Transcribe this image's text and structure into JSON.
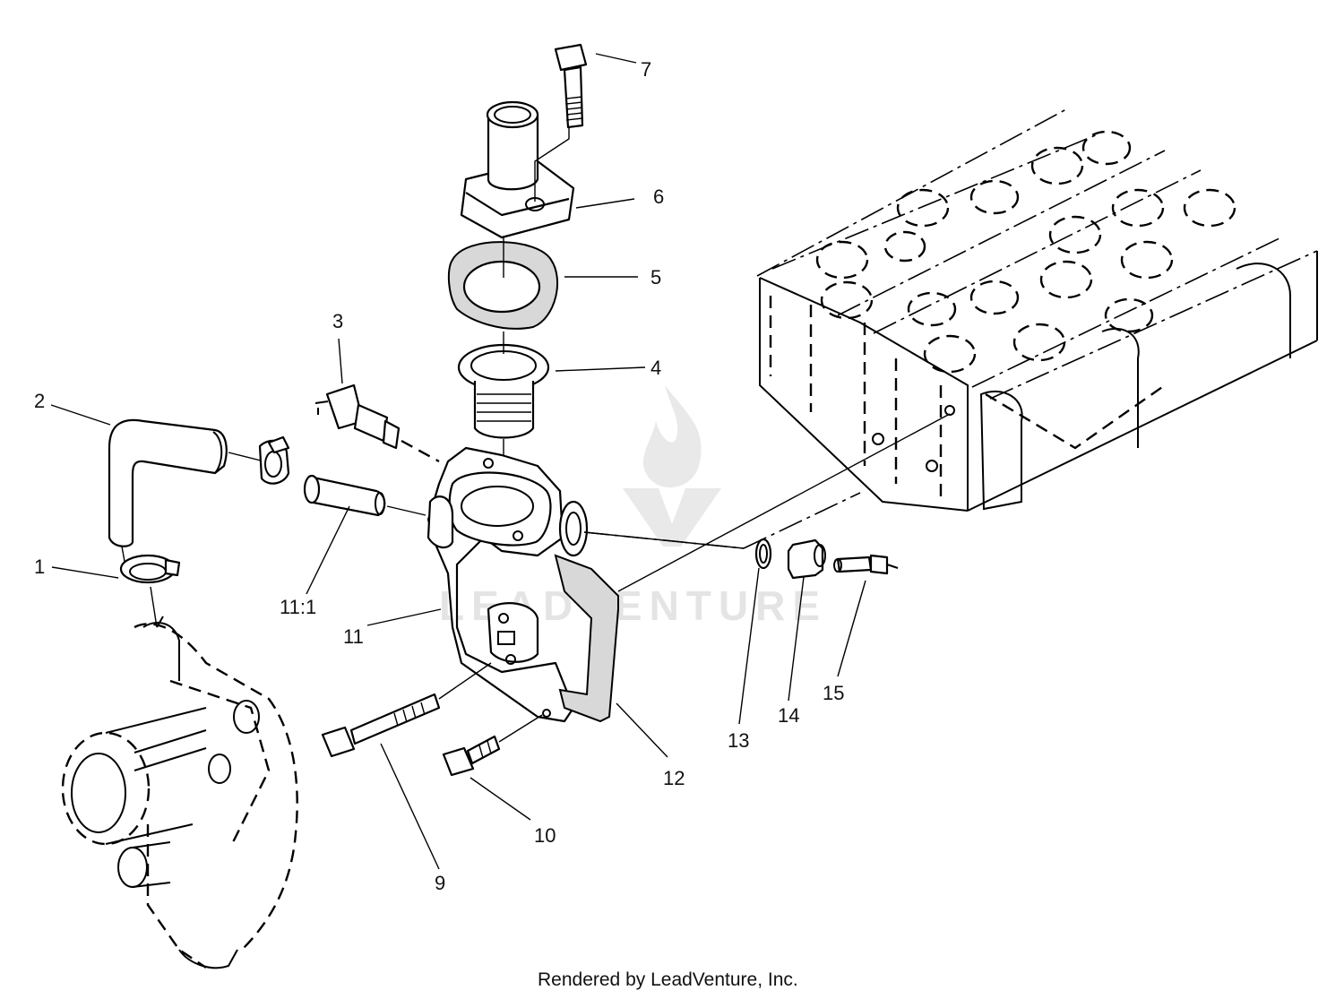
{
  "callouts": [
    {
      "id": "1",
      "label": "1"
    },
    {
      "id": "2",
      "label": "2"
    },
    {
      "id": "3",
      "label": "3"
    },
    {
      "id": "4",
      "label": "4"
    },
    {
      "id": "5",
      "label": "5"
    },
    {
      "id": "6",
      "label": "6"
    },
    {
      "id": "7",
      "label": "7"
    },
    {
      "id": "9",
      "label": "9"
    },
    {
      "id": "10",
      "label": "10"
    },
    {
      "id": "11",
      "label": "11"
    },
    {
      "id": "11_1",
      "label": "11:1"
    },
    {
      "id": "12",
      "label": "12"
    },
    {
      "id": "13",
      "label": "13"
    },
    {
      "id": "14",
      "label": "14"
    },
    {
      "id": "15",
      "label": "15"
    }
  ],
  "footer": "Rendered by LeadVenture, Inc.",
  "watermark": "LEADVENTURE",
  "colors": {
    "ink": "#000000",
    "background": "#ffffff",
    "watermark": "#cfcfcf"
  }
}
